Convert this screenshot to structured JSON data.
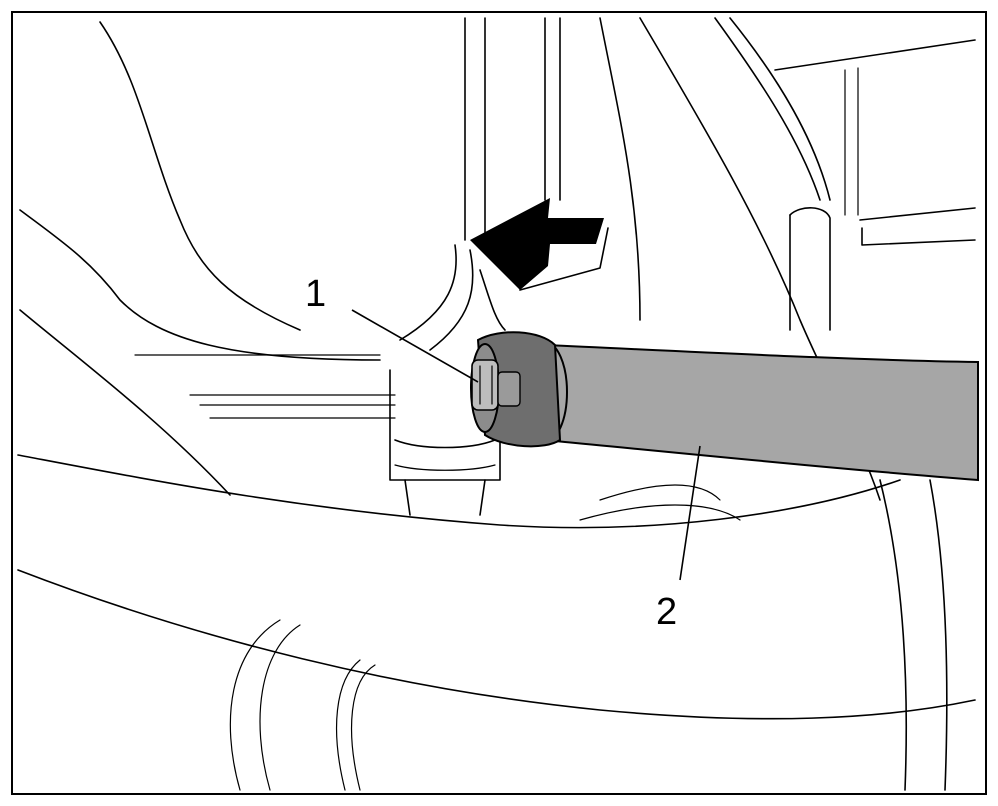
{
  "callouts": [
    {
      "id": "1",
      "label": "1"
    },
    {
      "id": "2",
      "label": "2"
    }
  ],
  "colors": {
    "hose_fill": "#a6a6a6",
    "line": "#000000",
    "background": "#ffffff"
  }
}
